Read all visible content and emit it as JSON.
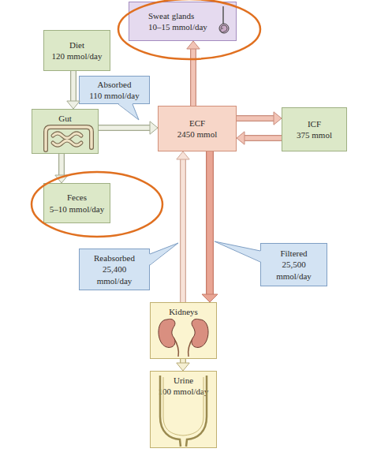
{
  "diagram": {
    "nodes": [
      {
        "text": [
          "Sweat glands",
          "10–15 mmol/day"
        ]
      },
      {
        "text": [
          "Diet",
          "120 mmol/day"
        ]
      },
      {
        "text": [
          "Absorbed",
          "110 mmol/day"
        ]
      },
      {
        "text": [
          "Gut"
        ]
      },
      {
        "text": [
          "ECF",
          "2450 mmol"
        ]
      },
      {
        "text": [
          "ICF",
          "375 mmol"
        ]
      },
      {
        "text": [
          "Feces",
          "5–10 mmol/day"
        ]
      },
      {
        "text": [
          "Reabsorbed",
          "25,400 mmol/day"
        ]
      },
      {
        "text": [
          "Filtered",
          "25,500 mmol/day"
        ]
      },
      {
        "text": [
          "Kidneys"
        ]
      },
      {
        "text": [
          "Urine",
          "100 mmol/day"
        ]
      }
    ],
    "edges": [
      {
        "from": 1,
        "to": 3,
        "arrow": "to"
      },
      {
        "from": 3,
        "to": 6,
        "arrow": "to"
      },
      {
        "from": 3,
        "to": 4,
        "arrow": "to"
      },
      {
        "from": 4,
        "to": 0,
        "arrow": "to"
      },
      {
        "from": 4,
        "to": 5,
        "arrow": "to"
      },
      {
        "from": 5,
        "to": 4,
        "arrow": "to"
      },
      {
        "from": 4,
        "to": 9,
        "arrow": "to"
      },
      {
        "from": 9,
        "to": 4,
        "arrow": "to"
      },
      {
        "from": 9,
        "to": 10,
        "arrow": "to"
      }
    ]
  }
}
